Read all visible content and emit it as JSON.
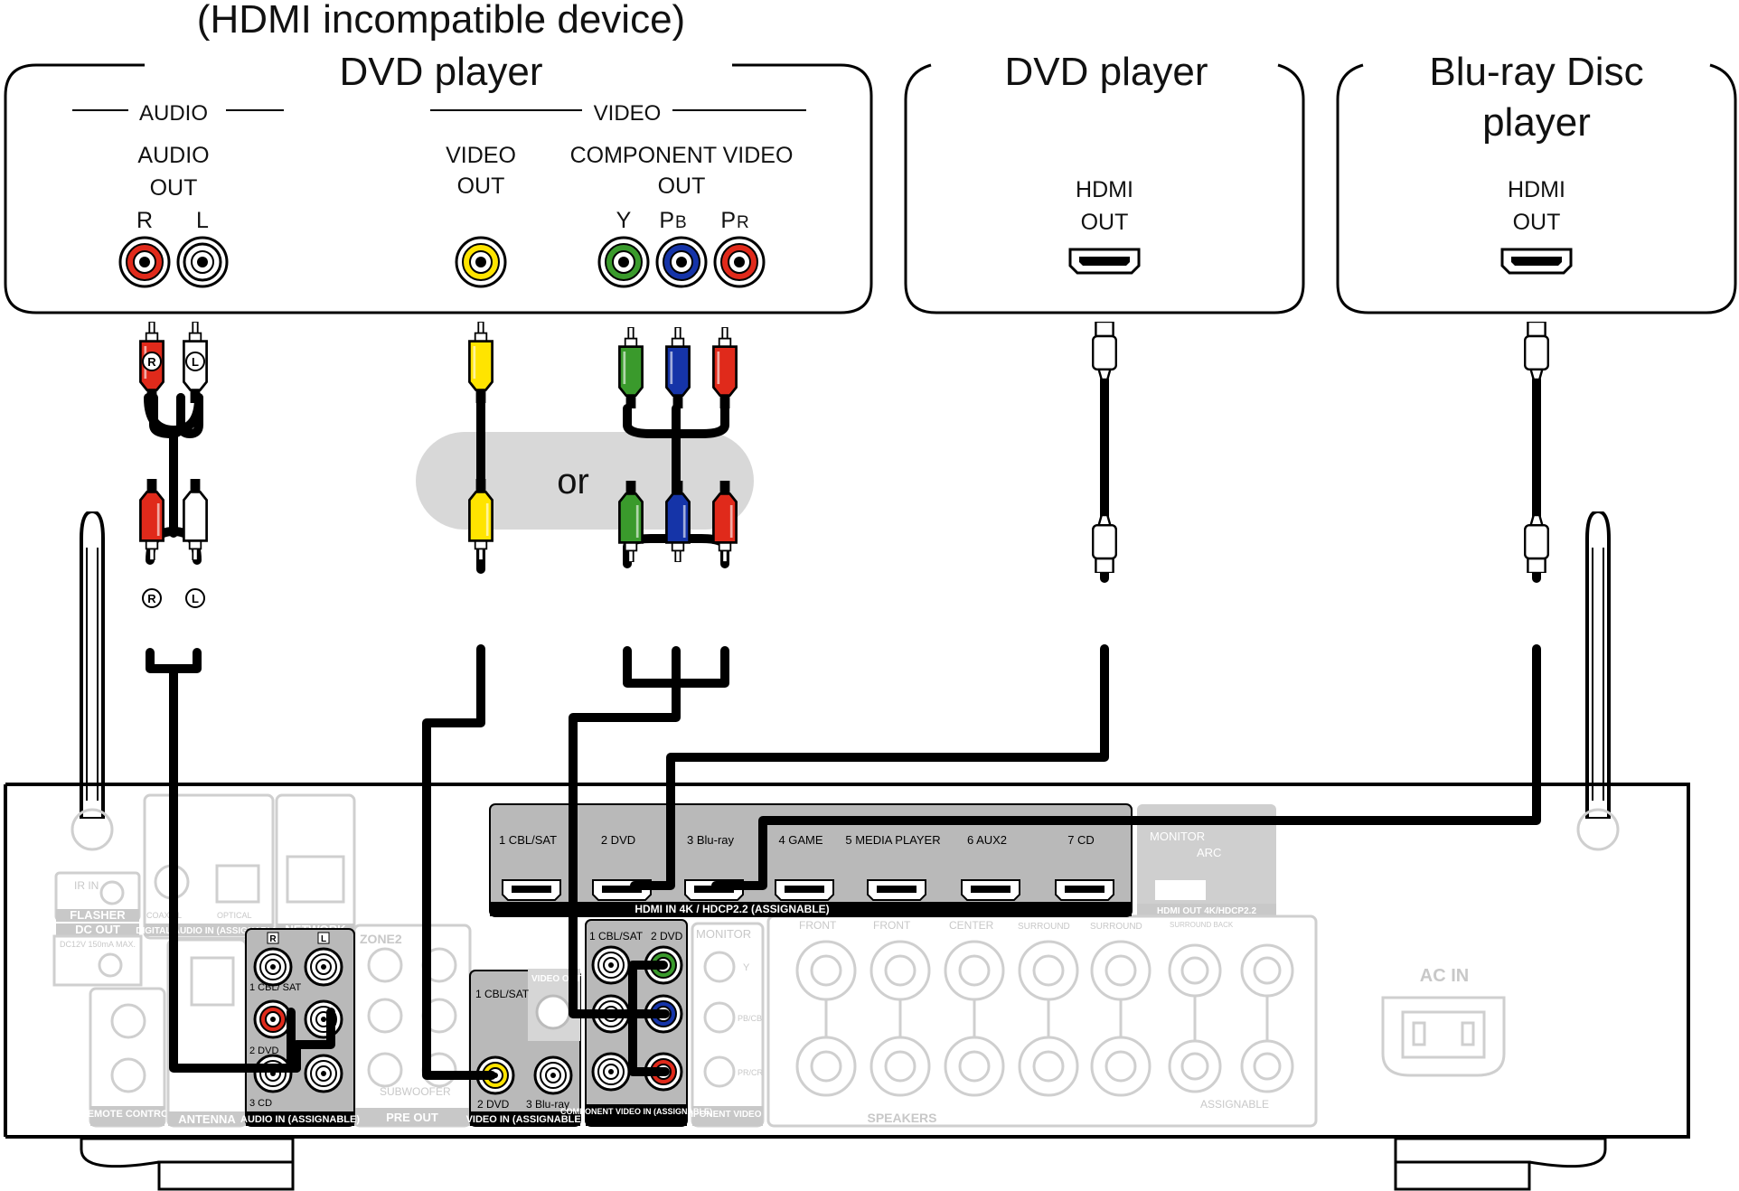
{
  "devices": {
    "dvd_analog": {
      "subtitle": "(HDMI incompatible device)",
      "title": "DVD player",
      "audio_group": "AUDIO",
      "video_group": "VIDEO",
      "audio_out_line1": "AUDIO",
      "audio_out_line2": "OUT",
      "r": "R",
      "l": "L",
      "video_out_line1": "VIDEO",
      "video_out_line2": "OUT",
      "component_line1": "COMPONENT VIDEO",
      "component_line2": "OUT",
      "y": "Y",
      "pb_main": "P",
      "pb_sub": "B",
      "pr_main": "P",
      "pr_sub": "R"
    },
    "dvd_hdmi": {
      "title": "DVD player",
      "port_line1": "HDMI",
      "port_line2": "OUT"
    },
    "bluray": {
      "title_line1": "Blu-ray Disc",
      "title_line2": "player",
      "port_line1": "HDMI",
      "port_line2": "OUT"
    }
  },
  "or_label": "or",
  "plug_labels": {
    "r": "R",
    "l": "L"
  },
  "receiver": {
    "hdmi_inputs": [
      "1 CBL/SAT",
      "2 DVD",
      "3 Blu-ray",
      "4 GAME",
      "5 MEDIA PLAYER",
      "6 AUX2",
      "7 CD"
    ],
    "hdmi_in_label": "HDMI IN  4K / HDCP2.2 (ASSIGNABLE)",
    "monitor": "MONITOR",
    "arc": "ARC",
    "hdmi_out_label": "HDMI OUT 4K/HDCP2.2",
    "flasher": "FLASHER",
    "ir_in": "IR IN",
    "dc_out": "DC OUT",
    "dc_spec": "DC12V 150mA MAX.",
    "network": "NETWORK",
    "digital_audio_in": "DIGITAL AUDIO IN (ASSIGNABLE)",
    "coaxial": "COAXIAL",
    "optical": "OPTICAL",
    "remote_control": "REMOTE CONTROL",
    "antenna": "ANTENNA",
    "audio_in_r": "R",
    "audio_in_l": "L",
    "audio_in_cbl": "1 CBL/ SAT",
    "audio_in_dvd": "2 DVD",
    "audio_in_cd": "3 CD",
    "audio_in_label": "AUDIO IN (ASSIGNABLE)",
    "zone2": "ZONE2",
    "pre_out": "PRE OUT",
    "subwoofer": "SUBWOOFER",
    "video_in_cbl": "1 CBL/SAT",
    "video_in_dvd": "2 DVD",
    "video_in_bluray": "3 Blu-ray",
    "video_out": "VIDEO OUT",
    "video_in_label": "VIDEO IN (ASSIGNABLE)",
    "comp_cbl": "1 CBL/SAT",
    "comp_dvd": "2 DVD",
    "comp_in_label": "COMPONENT VIDEO IN (ASSIGNABLE)",
    "comp_out_label": "COMPONENT VIDEO OUT",
    "comp_monitor": "MONITOR",
    "y": "Y",
    "pb": "PB/CB",
    "pr": "PR/CR",
    "front_r": "FRONT",
    "front_l": "FRONT",
    "center": "CENTER",
    "surround_r": "SURROUND",
    "surround_l": "SURROUND",
    "surround_back": "SURROUND BACK",
    "speakers": "SPEAKERS",
    "assignable": "ASSIGNABLE",
    "ac_in": "AC IN"
  },
  "colors": {
    "red": "#e02a1b",
    "white": "#ffffff",
    "yellow": "#ffe400",
    "green": "#3a9a2c",
    "blue": "#1534a8",
    "cable": "#000000",
    "panel_highlight": "#b9b9b9",
    "ghost": "#cfcfcf"
  },
  "icons": [
    "rca-jack-icon",
    "hdmi-port-icon",
    "rca-plug-icon",
    "hdmi-plug-icon",
    "antenna-icon",
    "ac-inlet-icon"
  ]
}
